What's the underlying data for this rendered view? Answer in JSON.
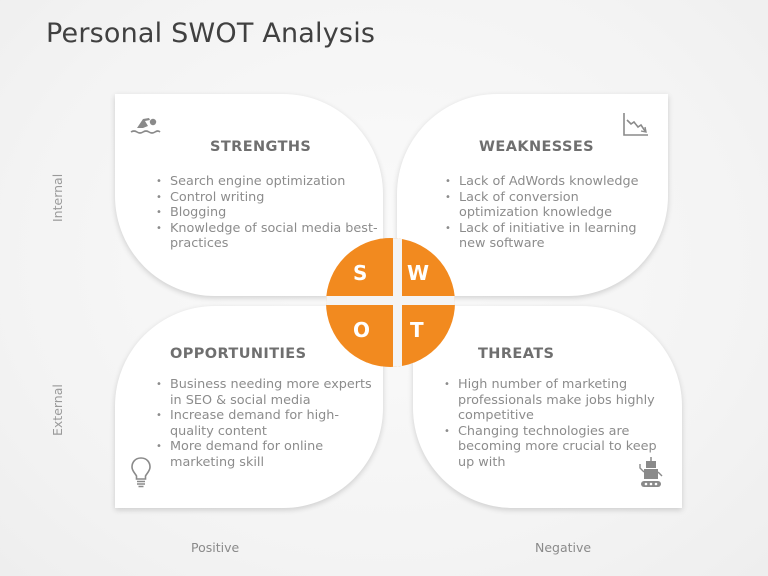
{
  "title": "Personal SWOT Analysis",
  "axis": {
    "internal": "Internal",
    "external": "External",
    "positive": "Positive",
    "negative": "Negative"
  },
  "colors": {
    "accent": "#f28a1f",
    "heading": "#6f6f6f",
    "body_text": "#8c8c8c"
  },
  "center": {
    "letters": [
      "S",
      "W",
      "O",
      "T"
    ]
  },
  "quadrants": {
    "strengths": {
      "heading": "STRENGTHS",
      "icon": "swimmer-icon",
      "items": [
        "Search engine optimization",
        "Control writing",
        "Blogging",
        "Knowledge of social media best-practices"
      ]
    },
    "weaknesses": {
      "heading": "WEAKNESSES",
      "icon": "declining-chart-icon",
      "items": [
        "Lack of AdWords knowledge",
        "Lack of conversion optimization knowledge",
        "Lack of initiative in learning new software"
      ]
    },
    "opportunities": {
      "heading": "OPPORTUNITIES",
      "icon": "lightbulb-icon",
      "items": [
        "Business needing more experts in SEO & social media",
        "Increase demand for high-quality content",
        "More demand for online marketing skill"
      ]
    },
    "threats": {
      "heading": "THREATS",
      "icon": "robot-icon",
      "items": [
        "High number of marketing professionals make jobs highly competitive",
        "Changing technologies are becoming more crucial to keep up with"
      ]
    }
  }
}
